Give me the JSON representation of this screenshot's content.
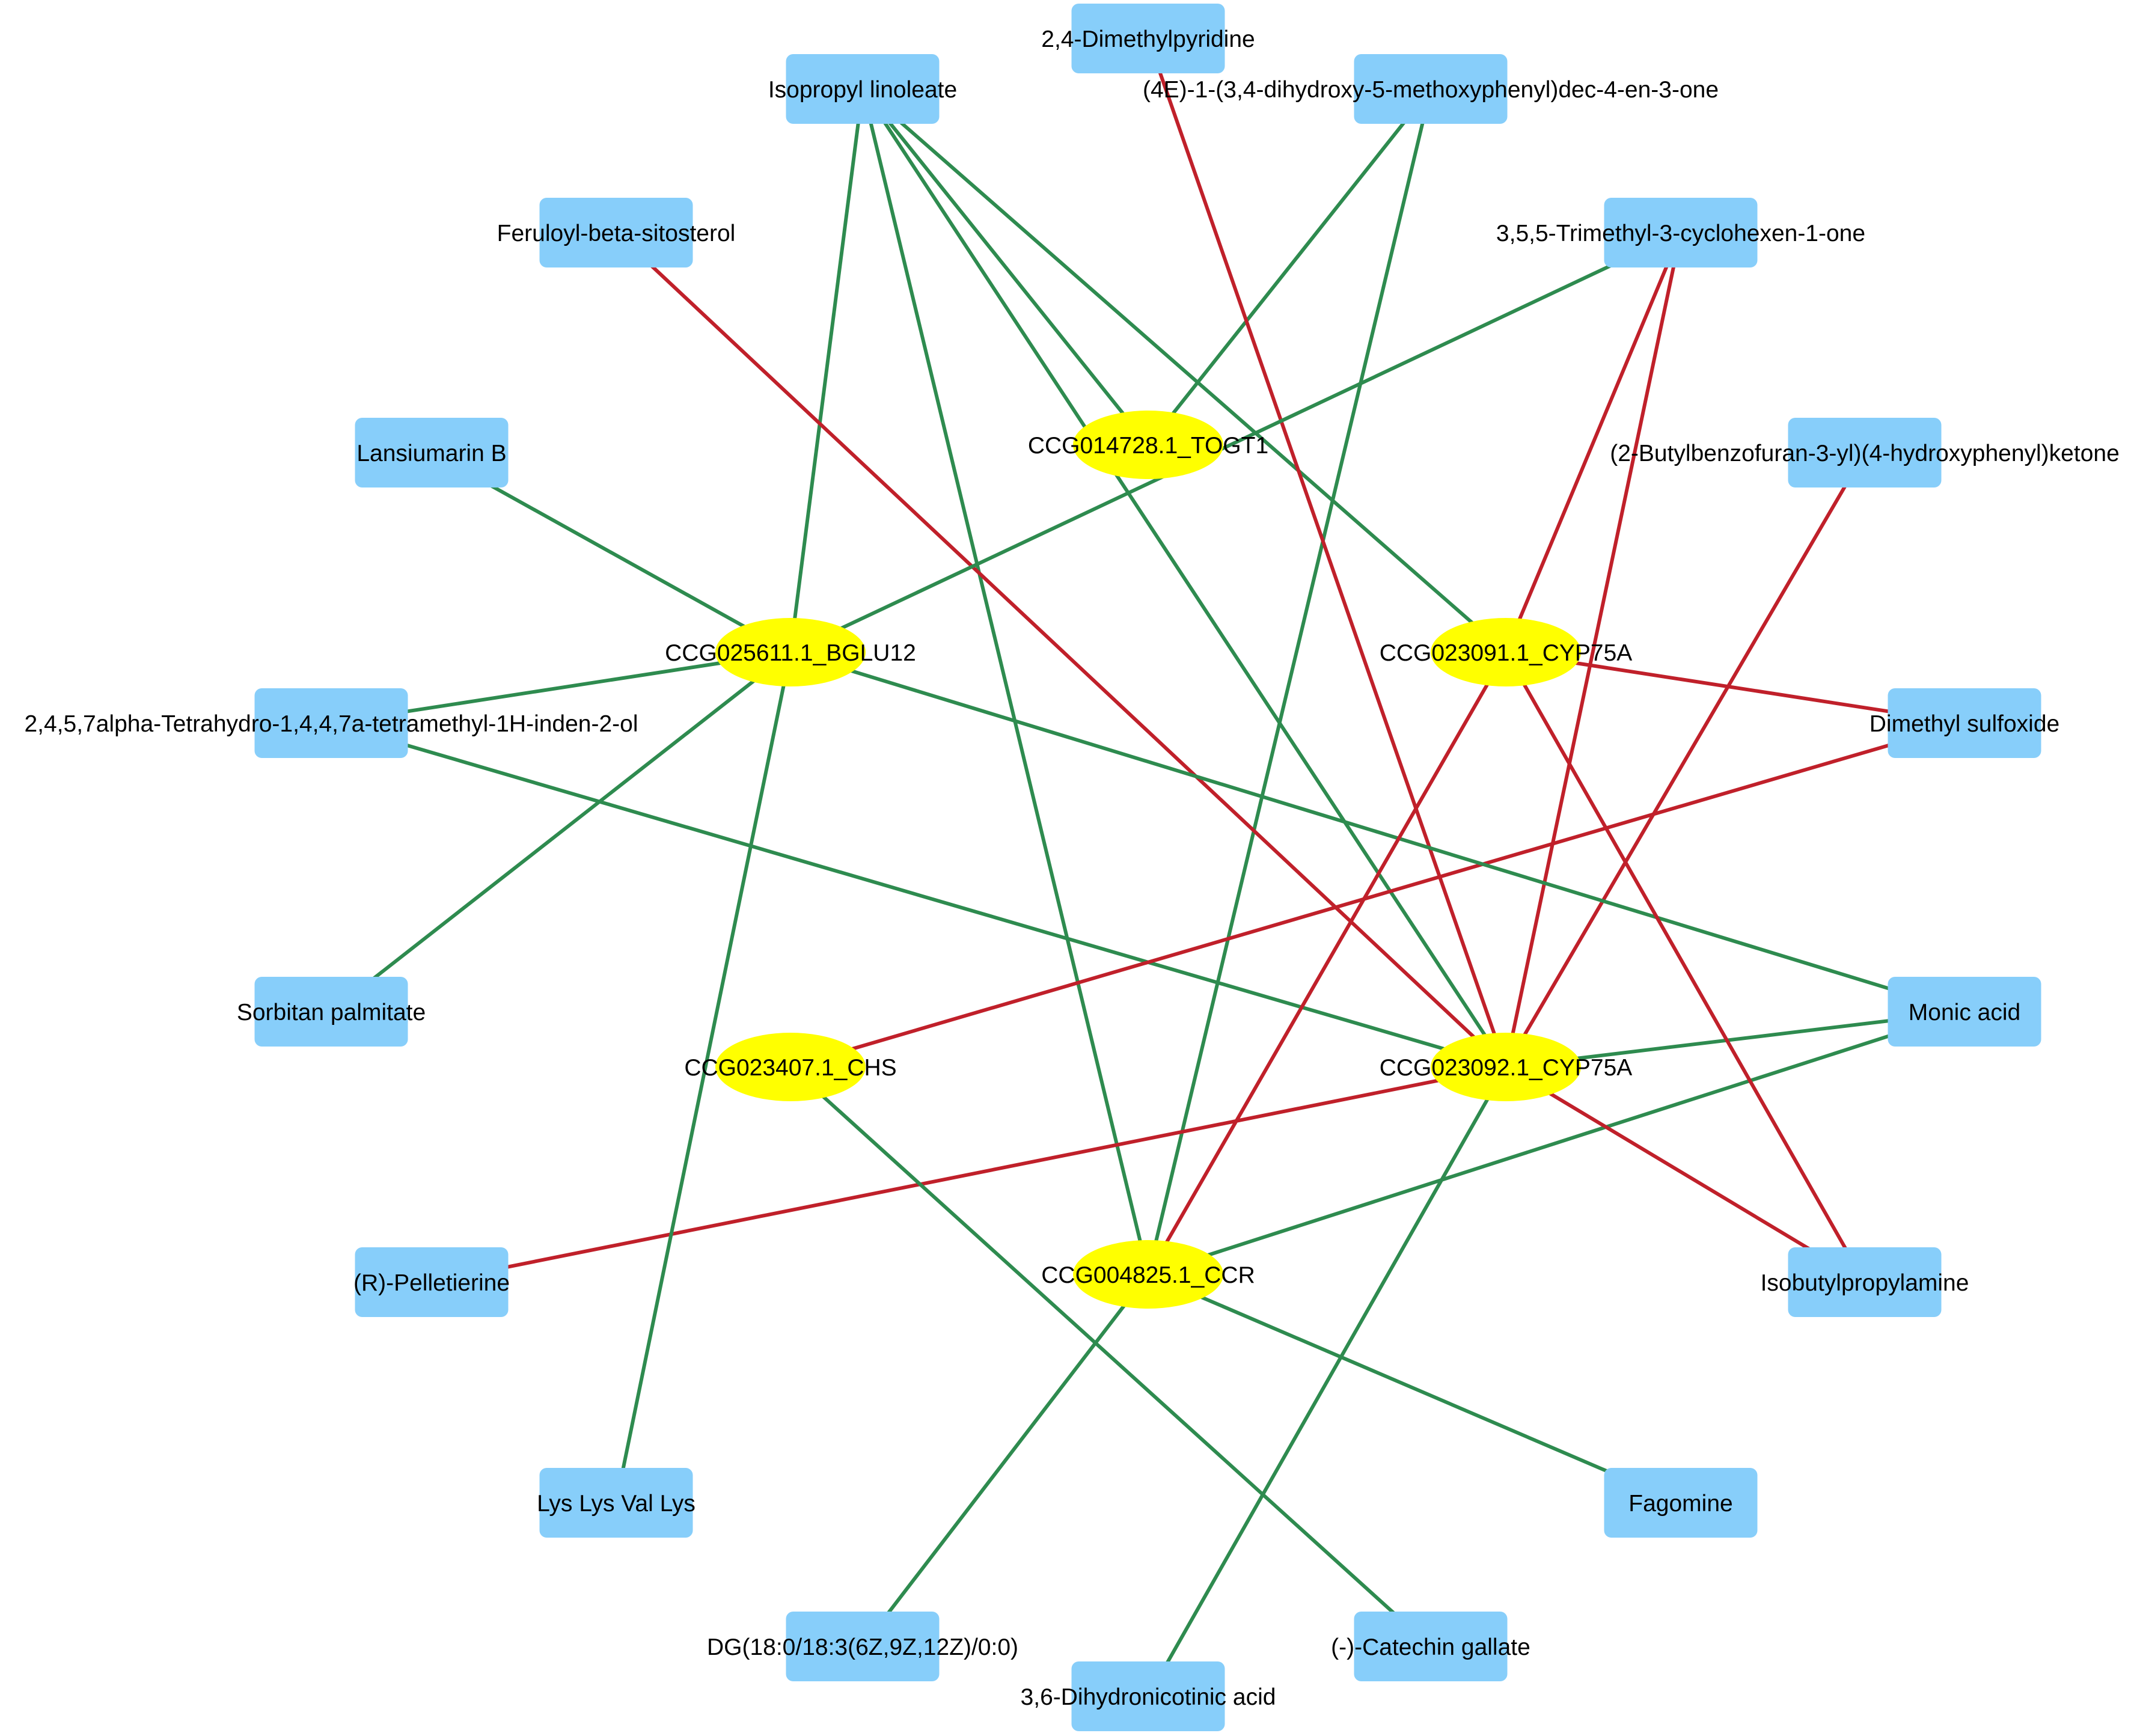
{
  "colors": {
    "metabolite_fill": "#87cefa",
    "gene_fill": "#ffff00",
    "positive_edge": "#2e8b4f",
    "negative_edge": "#c0202a",
    "background": "#ffffff"
  },
  "genes": [
    {
      "id": "TOGT1",
      "label": "CCG014728.1_TOGT1"
    },
    {
      "id": "BGLU12",
      "label": "CCG025611.1_BGLU12"
    },
    {
      "id": "CYP75A_1",
      "label": "CCG023091.1_CYP75A"
    },
    {
      "id": "CHS",
      "label": "CCG023407.1_CHS"
    },
    {
      "id": "CYP75A_2",
      "label": "CCG023092.1_CYP75A"
    },
    {
      "id": "CCR",
      "label": "CCG004825.1_CCR"
    }
  ],
  "metabolites": [
    {
      "id": "dimethylpyridine",
      "label": "2,4-Dimethylpyridine"
    },
    {
      "id": "isopropyl",
      "label": "Isopropyl linoleate"
    },
    {
      "id": "decenone",
      "label": "(4E)-1-(3,4-dihydroxy-5-methoxyphenyl)dec-4-en-3-one"
    },
    {
      "id": "feruloyl",
      "label": "Feruloyl-beta-sitosterol"
    },
    {
      "id": "trimethyl",
      "label": "3,5,5-Trimethyl-3-cyclohexen-1-one"
    },
    {
      "id": "lansiumarin",
      "label": "Lansiumarin B"
    },
    {
      "id": "butylbenzofuran",
      "label": "(2-Butylbenzofuran-3-yl)(4-hydroxyphenyl)ketone"
    },
    {
      "id": "tetrahydro",
      "label": "2,4,5,7alpha-Tetrahydro-1,4,4,7a-tetramethyl-1H-inden-2-ol"
    },
    {
      "id": "dmso",
      "label": "Dimethyl sulfoxide"
    },
    {
      "id": "sorbitan",
      "label": "Sorbitan palmitate"
    },
    {
      "id": "monic",
      "label": "Monic acid"
    },
    {
      "id": "pelletierine",
      "label": "(R)-Pelletierine"
    },
    {
      "id": "isobutyl",
      "label": "Isobutylpropylamine"
    },
    {
      "id": "lyslys",
      "label": "Lys Lys Val Lys"
    },
    {
      "id": "fagomine",
      "label": "Fagomine"
    },
    {
      "id": "dg",
      "label": "DG(18:0/18:3(6Z,9Z,12Z)/0:0)"
    },
    {
      "id": "catechin",
      "label": "(-)-Catechin gallate"
    },
    {
      "id": "dihydronicotinic",
      "label": "3,6-Dihydronicotinic acid"
    }
  ],
  "edges": [
    {
      "source": "isopropyl",
      "target": "TOGT1",
      "type": "positive"
    },
    {
      "source": "isopropyl",
      "target": "BGLU12",
      "type": "positive"
    },
    {
      "source": "isopropyl",
      "target": "CYP75A_1",
      "type": "positive"
    },
    {
      "source": "isopropyl",
      "target": "CYP75A_2",
      "type": "positive"
    },
    {
      "source": "isopropyl",
      "target": "CCR",
      "type": "positive"
    },
    {
      "source": "decenone",
      "target": "TOGT1",
      "type": "positive"
    },
    {
      "source": "decenone",
      "target": "CCR",
      "type": "positive"
    },
    {
      "source": "dimethylpyridine",
      "target": "CYP75A_2",
      "type": "negative"
    },
    {
      "source": "feruloyl",
      "target": "CYP75A_2",
      "type": "negative"
    },
    {
      "source": "trimethyl",
      "target": "BGLU12",
      "type": "positive"
    },
    {
      "source": "trimethyl",
      "target": "CYP75A_1",
      "type": "negative"
    },
    {
      "source": "trimethyl",
      "target": "CYP75A_2",
      "type": "negative"
    },
    {
      "source": "lansiumarin",
      "target": "BGLU12",
      "type": "positive"
    },
    {
      "source": "tetrahydro",
      "target": "BGLU12",
      "type": "positive"
    },
    {
      "source": "tetrahydro",
      "target": "CYP75A_2",
      "type": "positive"
    },
    {
      "source": "sorbitan",
      "target": "BGLU12",
      "type": "positive"
    },
    {
      "source": "butylbenzofuran",
      "target": "CYP75A_2",
      "type": "negative"
    },
    {
      "source": "dmso",
      "target": "CYP75A_1",
      "type": "negative"
    },
    {
      "source": "dmso",
      "target": "CHS",
      "type": "negative"
    },
    {
      "source": "monic",
      "target": "BGLU12",
      "type": "positive"
    },
    {
      "source": "monic",
      "target": "CYP75A_2",
      "type": "positive"
    },
    {
      "source": "monic",
      "target": "CCR",
      "type": "positive"
    },
    {
      "source": "pelletierine",
      "target": "CYP75A_2",
      "type": "negative"
    },
    {
      "source": "isobutyl",
      "target": "CYP75A_1",
      "type": "negative"
    },
    {
      "source": "isobutyl",
      "target": "CYP75A_2",
      "type": "negative"
    },
    {
      "source": "lyslys",
      "target": "BGLU12",
      "type": "positive"
    },
    {
      "source": "fagomine",
      "target": "CCR",
      "type": "positive"
    },
    {
      "source": "dg",
      "target": "CCR",
      "type": "positive"
    },
    {
      "source": "catechin",
      "target": "CHS",
      "type": "positive"
    },
    {
      "source": "dihydronicotinic",
      "target": "CYP75A_2",
      "type": "positive"
    },
    {
      "source": "CYP75A_1",
      "target": "CCR",
      "type": "negative"
    }
  ]
}
